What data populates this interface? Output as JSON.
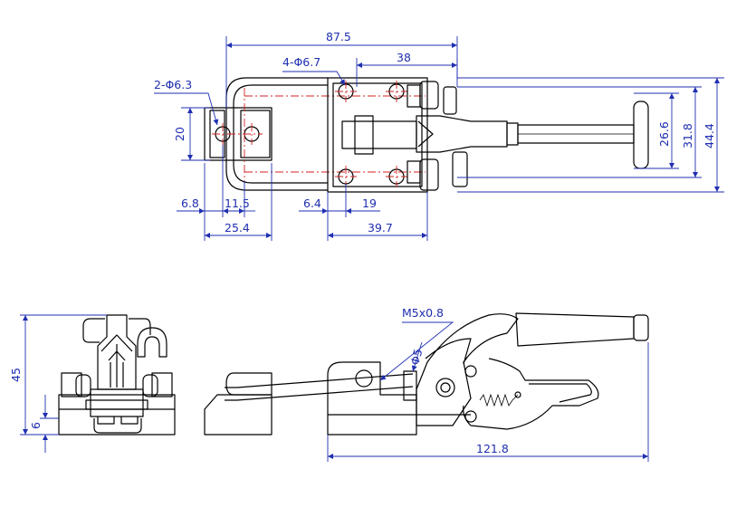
{
  "colors": {
    "object_lines": "#000000",
    "center_lines": "#d42020",
    "dimension_lines": "#1f2fb0",
    "background": "#ffffff"
  },
  "top_view": {
    "dimensions": {
      "overall_length": "87.5",
      "hole_spacing": "38",
      "mount_holes": "4-Φ6.7",
      "hook_holes": "2-Φ6.3",
      "hook_width": "20",
      "hook_offset": "6.8",
      "hook_hole_spacing": "11.5",
      "hook_length": "25.4",
      "base_offset": "6.4",
      "base_hole_offset": "19",
      "base_length": "39.7",
      "width_inner": "26.6",
      "width_mid": "31.8",
      "width_overall": "44.4"
    }
  },
  "side_view": {
    "dimensions": {
      "thread": "M5x0.8",
      "rod_diameter": "Φ5",
      "overall_length": "121.8"
    }
  },
  "front_view": {
    "dimensions": {
      "height": "45",
      "base_height": "6"
    }
  }
}
